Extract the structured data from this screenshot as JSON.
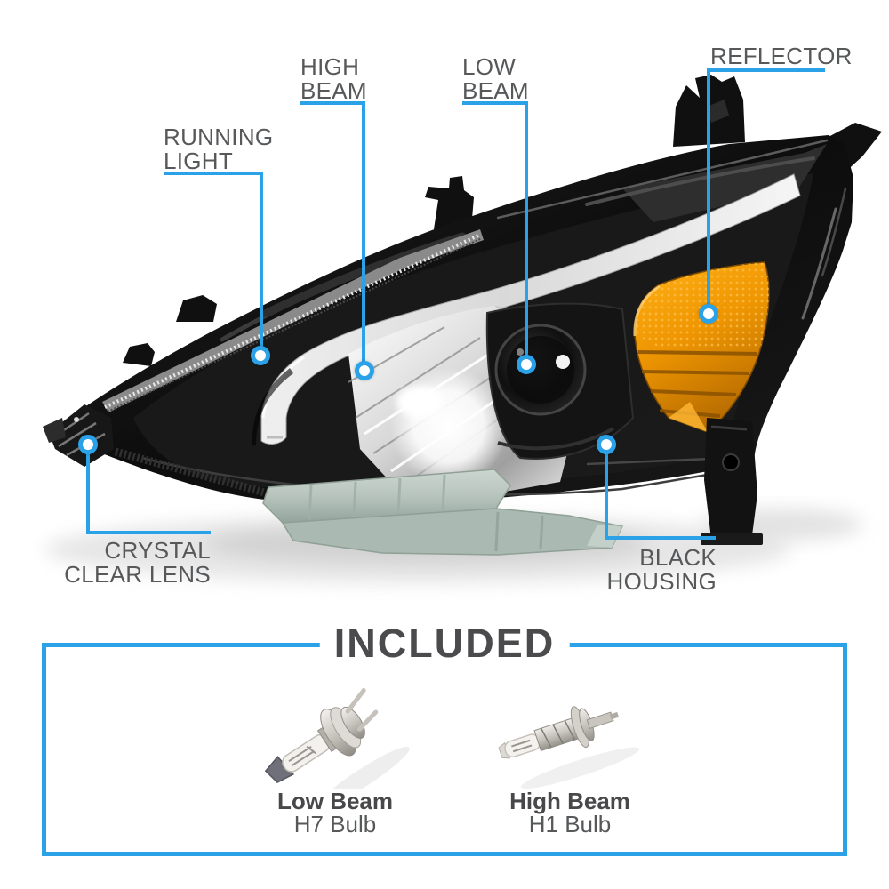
{
  "colors": {
    "accent": "#2BA2E8",
    "label": "#57585A",
    "title": "#4B4B4D",
    "amber_reflector": "#F09C05",
    "bracket_sage": "#B7C4BD",
    "housing_black": "#121212"
  },
  "callouts": {
    "running_light": {
      "line1": "RUNNING",
      "line2": "LIGHT"
    },
    "high_beam": {
      "line1": "HIGH",
      "line2": "BEAM"
    },
    "low_beam": {
      "line1": "LOW",
      "line2": "BEAM"
    },
    "reflector": {
      "line1": "REFLECTOR"
    },
    "crystal_clear_lens": {
      "line1": "CRYSTAL",
      "line2": "CLEAR LENS"
    },
    "black_housing": {
      "line1": "BLACK",
      "line2": "HOUSING"
    }
  },
  "included": {
    "title": "INCLUDED",
    "items": [
      {
        "name": "Low Beam",
        "type": "H7 Bulb",
        "icon": "h7-halogen-bulb-icon"
      },
      {
        "name": "High Beam",
        "type": "H1 Bulb",
        "icon": "h1-halogen-bulb-icon"
      }
    ]
  }
}
